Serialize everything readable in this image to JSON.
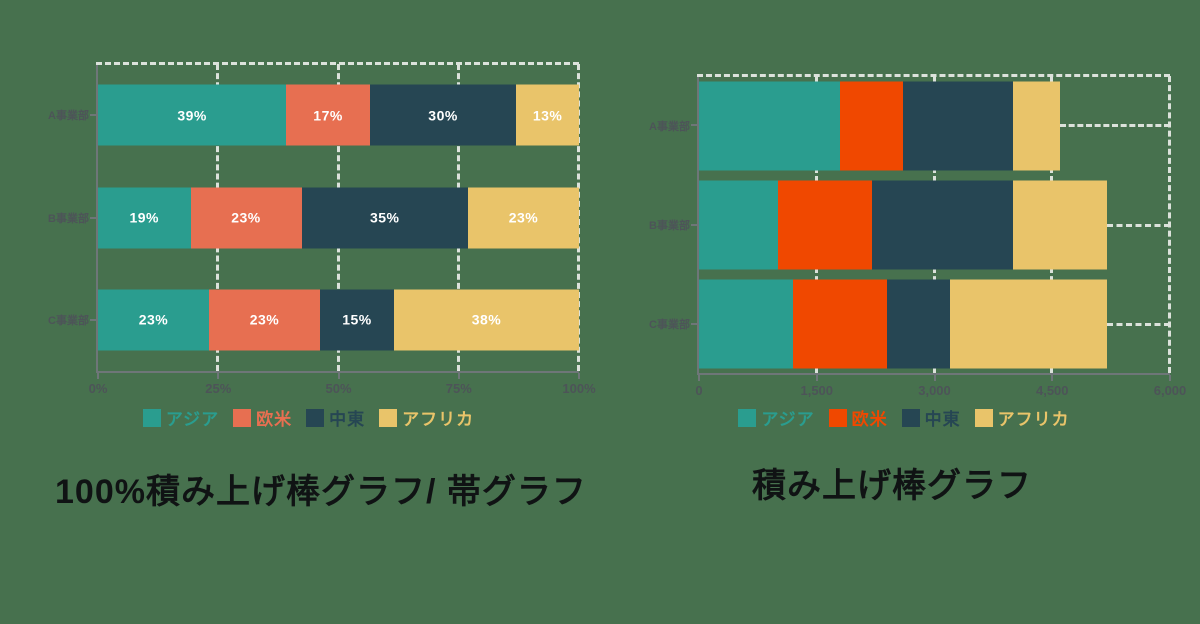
{
  "page": {
    "background_color": "#47714E"
  },
  "charts": [
    {
      "title": "100%積み上げ棒グラフ/ 帯グラフ",
      "chart_data": {
        "type": "bar",
        "orientation": "horizontal",
        "stacked": true,
        "percent": true,
        "title": "100%積み上げ棒グラフ/ 帯グラフ",
        "categories": [
          "A事業部",
          "B事業部",
          "C事業部"
        ],
        "series": [
          {
            "name": "アジア",
            "color": "#2A9D8F",
            "values": [
              1800,
              1000,
              1200
            ]
          },
          {
            "name": "欧米",
            "color": "#E76F51",
            "values": [
              800,
              1200,
              1200
            ]
          },
          {
            "name": "中東",
            "color": "#264653",
            "values": [
              1400,
              1800,
              800
            ]
          },
          {
            "name": "アフリカ",
            "color": "#E9C46A",
            "values": [
              600,
              1200,
              2000
            ]
          }
        ],
        "segment_labels": [
          [
            "39%",
            "17%",
            "30%",
            "13%"
          ],
          [
            "19%",
            "23%",
            "35%",
            "23%"
          ],
          [
            "23%",
            "23%",
            "15%",
            "38%"
          ]
        ],
        "x_ticks": [
          "0%",
          "25%",
          "50%",
          "75%",
          "100%"
        ],
        "xlim": [
          0,
          100
        ],
        "grid": "dashed",
        "legend_position": "bottom"
      }
    },
    {
      "title": "積み上げ棒グラフ",
      "chart_data": {
        "type": "bar",
        "orientation": "horizontal",
        "stacked": true,
        "percent": false,
        "title": "積み上げ棒グラフ",
        "categories": [
          "A事業部",
          "B事業部",
          "C事業部"
        ],
        "series": [
          {
            "name": "アジア",
            "color": "#2A9D8F",
            "values": [
              1800,
              1000,
              1200
            ]
          },
          {
            "name": "欧米",
            "color": "#F04800",
            "values": [
              800,
              1200,
              1200
            ]
          },
          {
            "name": "中東",
            "color": "#264653",
            "values": [
              1400,
              1800,
              800
            ]
          },
          {
            "name": "アフリカ",
            "color": "#E9C46A",
            "values": [
              600,
              1200,
              2000
            ]
          }
        ],
        "row_totals": [
          4600,
          5200,
          5200
        ],
        "x_ticks": [
          "0",
          "1,500",
          "3,000",
          "4,500",
          "6,000"
        ],
        "xlim": [
          0,
          6000
        ],
        "grid": "dashed",
        "legend_position": "bottom"
      }
    }
  ]
}
